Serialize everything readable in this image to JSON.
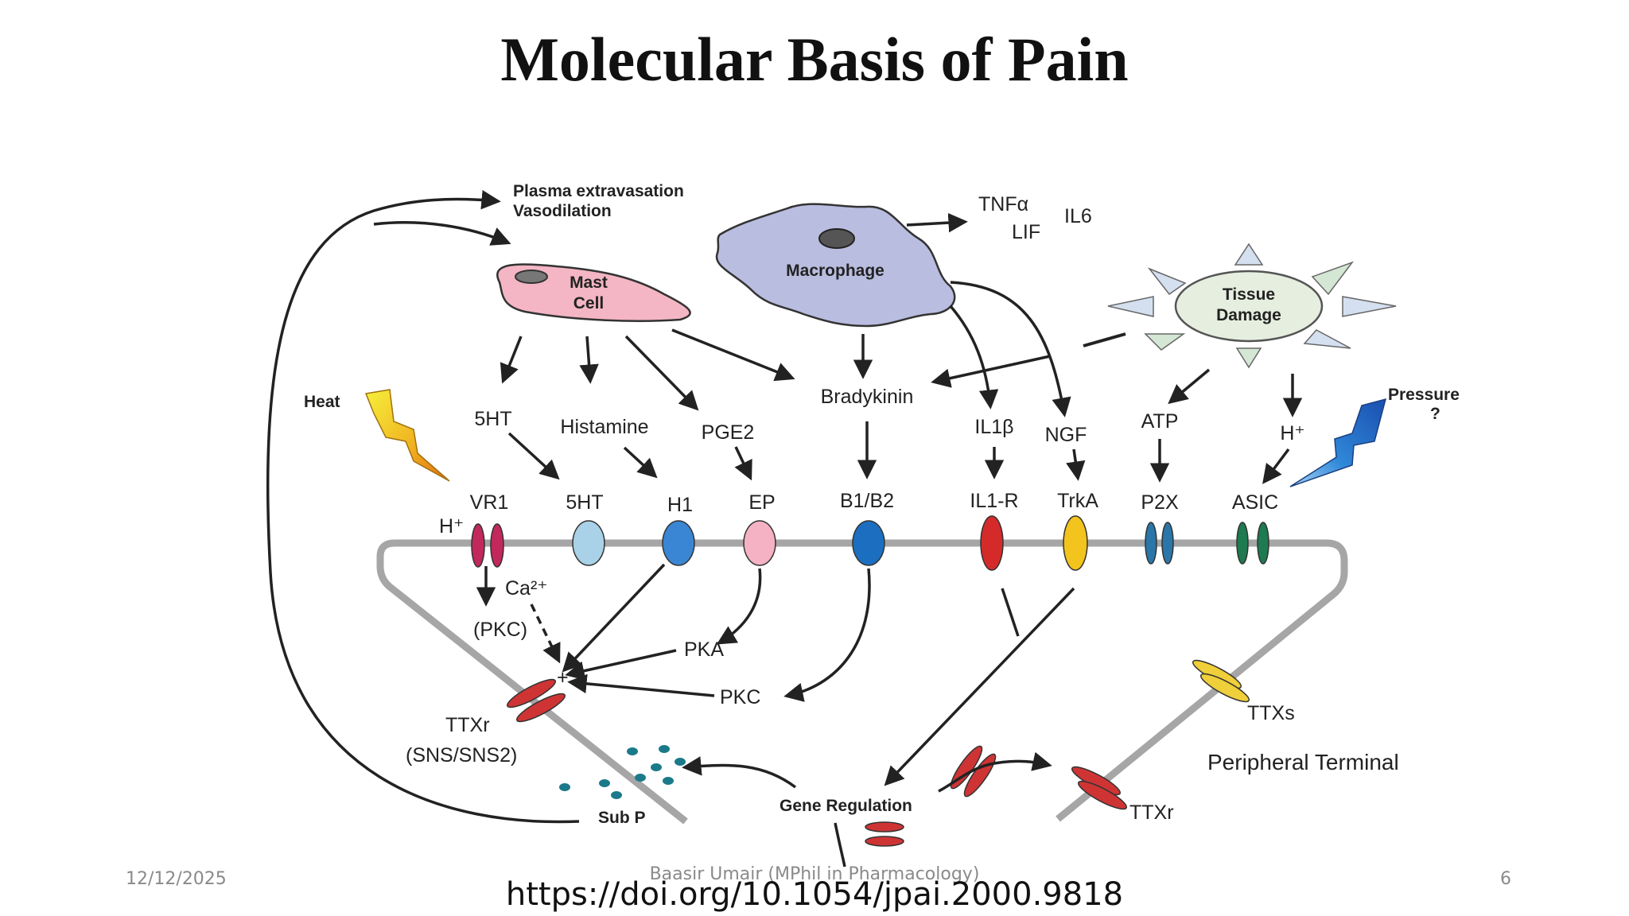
{
  "slide": {
    "title": "Molecular Basis of Pain",
    "footer_date": "12/12/2025",
    "footer_author": "Baasir Umair (MPhil in Pharmacology)",
    "page_number": "6",
    "doi": "https://doi.org/10.1054/jpai.2000.9818"
  },
  "diagram": {
    "top_labels": {
      "plasma_extravasation": "Plasma extravasation",
      "vasodilation": "Vasodilation",
      "tnf": "TNFα",
      "lif": "LIF",
      "il6": "IL6",
      "heat": "Heat",
      "pressure": "Pressure",
      "pressure_q": "?"
    },
    "cells": {
      "mast_line1": "Mast",
      "mast_line2": "Cell",
      "macrophage": "Macrophage",
      "tissue_line1": "Tissue",
      "tissue_line2": "Damage"
    },
    "mediators": {
      "ht5": "5HT",
      "histamine": "Histamine",
      "pge2": "PGE2",
      "bradykinin": "Bradykinin",
      "il1b": "IL1β",
      "ngf": "NGF",
      "atp": "ATP",
      "hplus": "H⁺"
    },
    "receptors": {
      "hplus": "H⁺",
      "vr1": "VR1",
      "ht5": "5HT",
      "h1": "H1",
      "ep": "EP",
      "b1b2": "B1/B2",
      "il1r": "IL1-R",
      "trka": "TrkA",
      "p2x": "P2X",
      "asic": "ASIC"
    },
    "signaling": {
      "ca": "Ca²⁺",
      "pkc_paren": "(PKC)",
      "pka": "PKA",
      "pkc": "PKC",
      "plus": "+",
      "ttxr_left": "TTXr",
      "sns": "(SNS/SNS2)",
      "sub_p": "Sub P",
      "gene_regulation": "Gene Regulation",
      "ttxs": "TTXs",
      "peripheral_terminal": "Peripheral Terminal",
      "ttxr_right": "TTXr"
    },
    "colors": {
      "membrane": "#a6a6a6",
      "mast_cell": "#f4b6c4",
      "macrophage": "#b9bde0",
      "tissue": "#e6eee0",
      "vr1": "#c2285c",
      "ht5": "#a9d1e8",
      "h1": "#3a86d4",
      "ep": "#f4b2c4",
      "b1b2": "#1c6fc0",
      "il1r": "#d42a2a",
      "trka": "#f3c31e",
      "p2x": "#2a76a8",
      "asic": "#1e7a50",
      "ttxr": "#cf3434",
      "ttxs": "#efcf3a",
      "sub_p_dots": "#1b7a8a"
    }
  }
}
